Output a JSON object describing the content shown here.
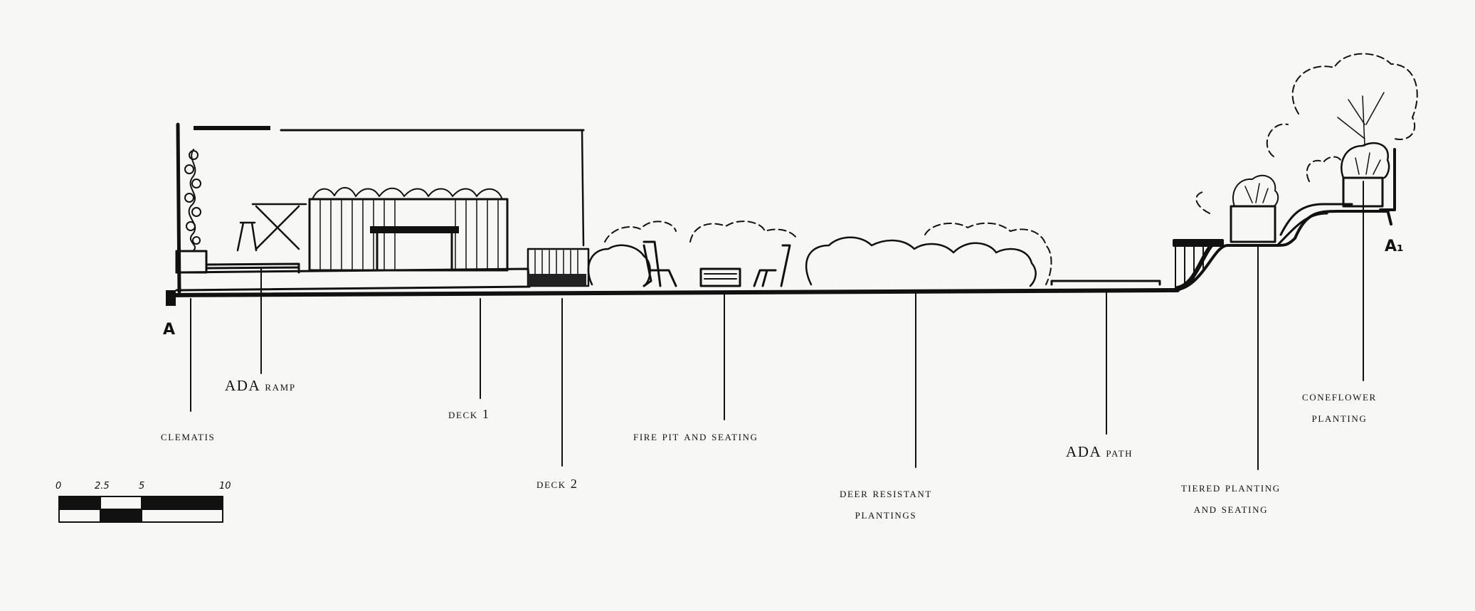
{
  "section": {
    "start_mark": "A",
    "end_mark": "A₁"
  },
  "labels": {
    "clematis": "CLEMATIS",
    "ada_ramp_prefix": "ADA",
    "ada_ramp_suffix": "RAMP",
    "deck1": "DECK 1",
    "deck2": "DECK 2",
    "fire_pit": "FIRE PIT AND SEATING",
    "deer_line1": "DEER RESISTANT",
    "deer_line2": "PLANTINGS",
    "ada_path_prefix": "ADA",
    "ada_path_suffix": "PATH",
    "tiered_line1": "TIERED PLANTING",
    "tiered_line2": "AND SEATING",
    "coneflower_line1": "CONEFLOWER",
    "coneflower_line2": "PLANTING"
  },
  "scale": {
    "ticks": [
      "0",
      "2.5",
      "5",
      "10"
    ]
  },
  "colors": {
    "ink": "#111111",
    "paper": "#f7f7f5"
  }
}
